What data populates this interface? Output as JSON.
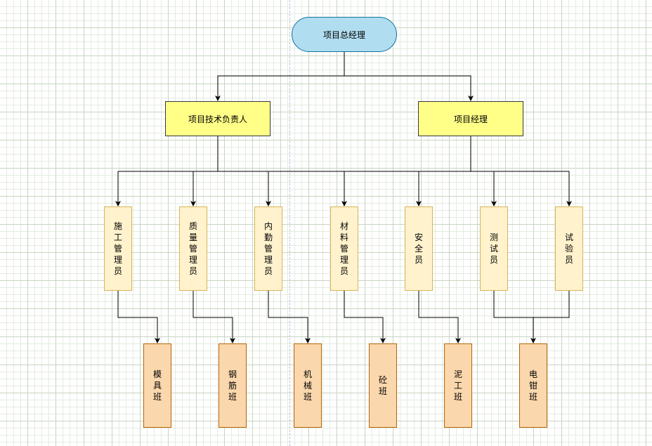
{
  "diagram": {
    "root": {
      "label": "项目总经理"
    },
    "level2": [
      {
        "label": "项目技术负责人"
      },
      {
        "label": "项目经理"
      }
    ],
    "level3": [
      {
        "label": "施工管理员"
      },
      {
        "label": "质量管理员"
      },
      {
        "label": "内勤管理员"
      },
      {
        "label": "材料管理员"
      },
      {
        "label": "安全员"
      },
      {
        "label": "测试员"
      },
      {
        "label": "试验员"
      }
    ],
    "level4": [
      {
        "label": "模具班"
      },
      {
        "label": "钢筋班"
      },
      {
        "label": "机械班"
      },
      {
        "label": "砼班"
      },
      {
        "label": "泥工班"
      },
      {
        "label": "电钳班"
      }
    ],
    "colors": {
      "root_fill": "#b1ddf0",
      "root_stroke": "#10739e",
      "level2_fill": "#ffff88",
      "level2_stroke": "#36393d",
      "level3_fill": "#fff2cc",
      "level3_stroke": "#d6b656",
      "level4_fill": "#fad7ac",
      "level4_stroke": "#b46504",
      "connector": "#000000"
    }
  }
}
